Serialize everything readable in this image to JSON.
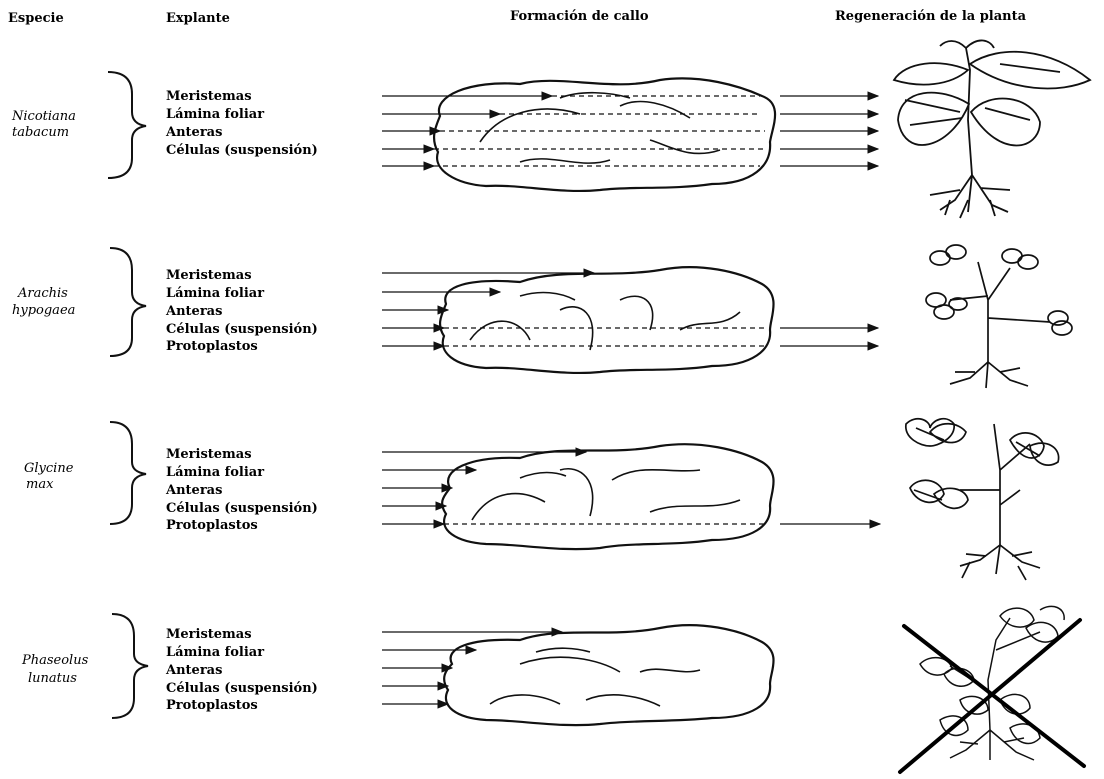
{
  "headers": {
    "species": "Especie",
    "explant": "Explante",
    "callus": "Formación de callo",
    "regen": "Regeneración de la planta"
  },
  "rows": [
    {
      "species": [
        "Nicotiana",
        "tabacum"
      ],
      "explants": [
        "Meristemas",
        "Lámina foliar",
        "Anteras",
        "Células (suspensión)"
      ],
      "regenerates": true
    },
    {
      "species": [
        "Arachis",
        "hypogaea"
      ],
      "explants": [
        "Meristemas",
        "Lámina foliar",
        "Anteras",
        "Células (suspensión)",
        "Protoplastos"
      ],
      "regenerates": true
    },
    {
      "species": [
        "Glycine",
        "max"
      ],
      "explants": [
        "Meristemas",
        "Lámina foliar",
        "Anteras",
        "Células (suspensión)",
        "Protoplastos"
      ],
      "regenerates": true
    },
    {
      "species": [
        "Phaseolus",
        "lunatus"
      ],
      "explants": [
        "Meristemas",
        "Lámina foliar",
        "Anteras",
        "Células (suspensión)",
        "Protoplastos"
      ],
      "regenerates": false
    }
  ],
  "icons": {
    "callus": "callus-blob-icon",
    "plant": "regenerated-plant-icon",
    "failed": "cross-mark-icon"
  },
  "colors": {
    "ink": "#111111",
    "background": "#ffffff"
  }
}
